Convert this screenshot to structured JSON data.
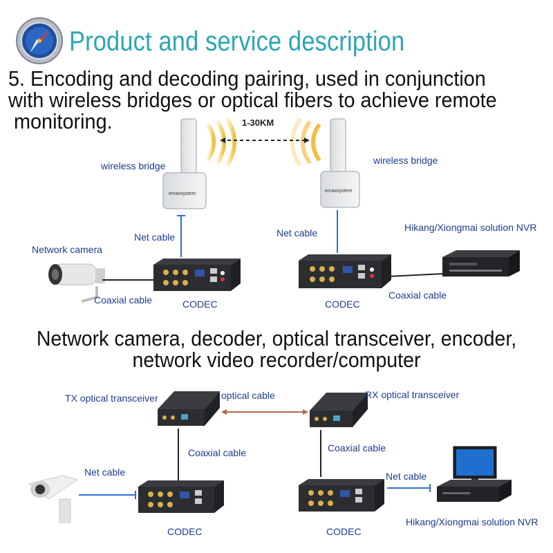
{
  "header": {
    "title": "Product and service description"
  },
  "intro": {
    "line1": "5. Encoding and decoding pairing, used in conjunction",
    "line2": "with wireless bridges or optical fibers to achieve remote",
    "line3": " monitoring."
  },
  "diagram1": {
    "distance_label": "1-30KM",
    "bridge_left_label": "wireless bridge",
    "bridge_right_label": "wireless bridge",
    "bridge_brand": "emaxsystem",
    "net_cable_left": "Net cable",
    "net_cable_right": "Net cable",
    "camera_label": "Network camera",
    "nvr_label": "Hikang/Xiongmai solution NVR",
    "coax_left": "Coaxial cable",
    "coax_right": "Coaxial cable",
    "codec_left": "CODEC",
    "codec_right": "CODEC"
  },
  "subtitle": {
    "line1": "Network camera, decoder, optical transceiver, encoder,",
    "line2": "network video recorder/computer"
  },
  "diagram2": {
    "tx_label": "TX optical transceiver",
    "rx_label": "RX optical transceiver",
    "optical_cable": "optical cable",
    "coax_left": "Coaxial cable",
    "coax_right": "Coaxial cable",
    "net_cable_left": "Net cable",
    "net_cable_right": "Net cable",
    "nvr_label": "Hikang/Xiongmai solution NVR",
    "codec_left": "CODEC",
    "codec_right": "CODEC"
  },
  "colors": {
    "title": "#2aa6b3",
    "label": "#1b3c8c",
    "net_cable": "#2f6fd6",
    "optical_cable": "#b5654a",
    "device_dark": "#2b2d30"
  }
}
